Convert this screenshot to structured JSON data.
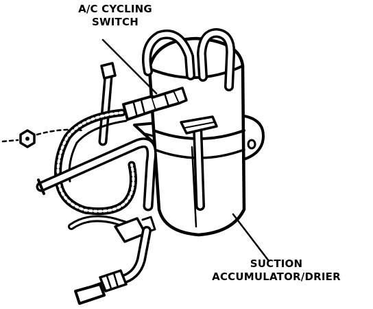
{
  "labels": {
    "cycling_switch": {
      "line1": "A/C CYCLING",
      "line2": "SWITCH"
    },
    "accumulator": {
      "line1": "SUCTION",
      "line2": "ACCUMULATOR/DRIER"
    }
  },
  "colors": {
    "ink": "#000000",
    "paper": "#ffffff"
  }
}
